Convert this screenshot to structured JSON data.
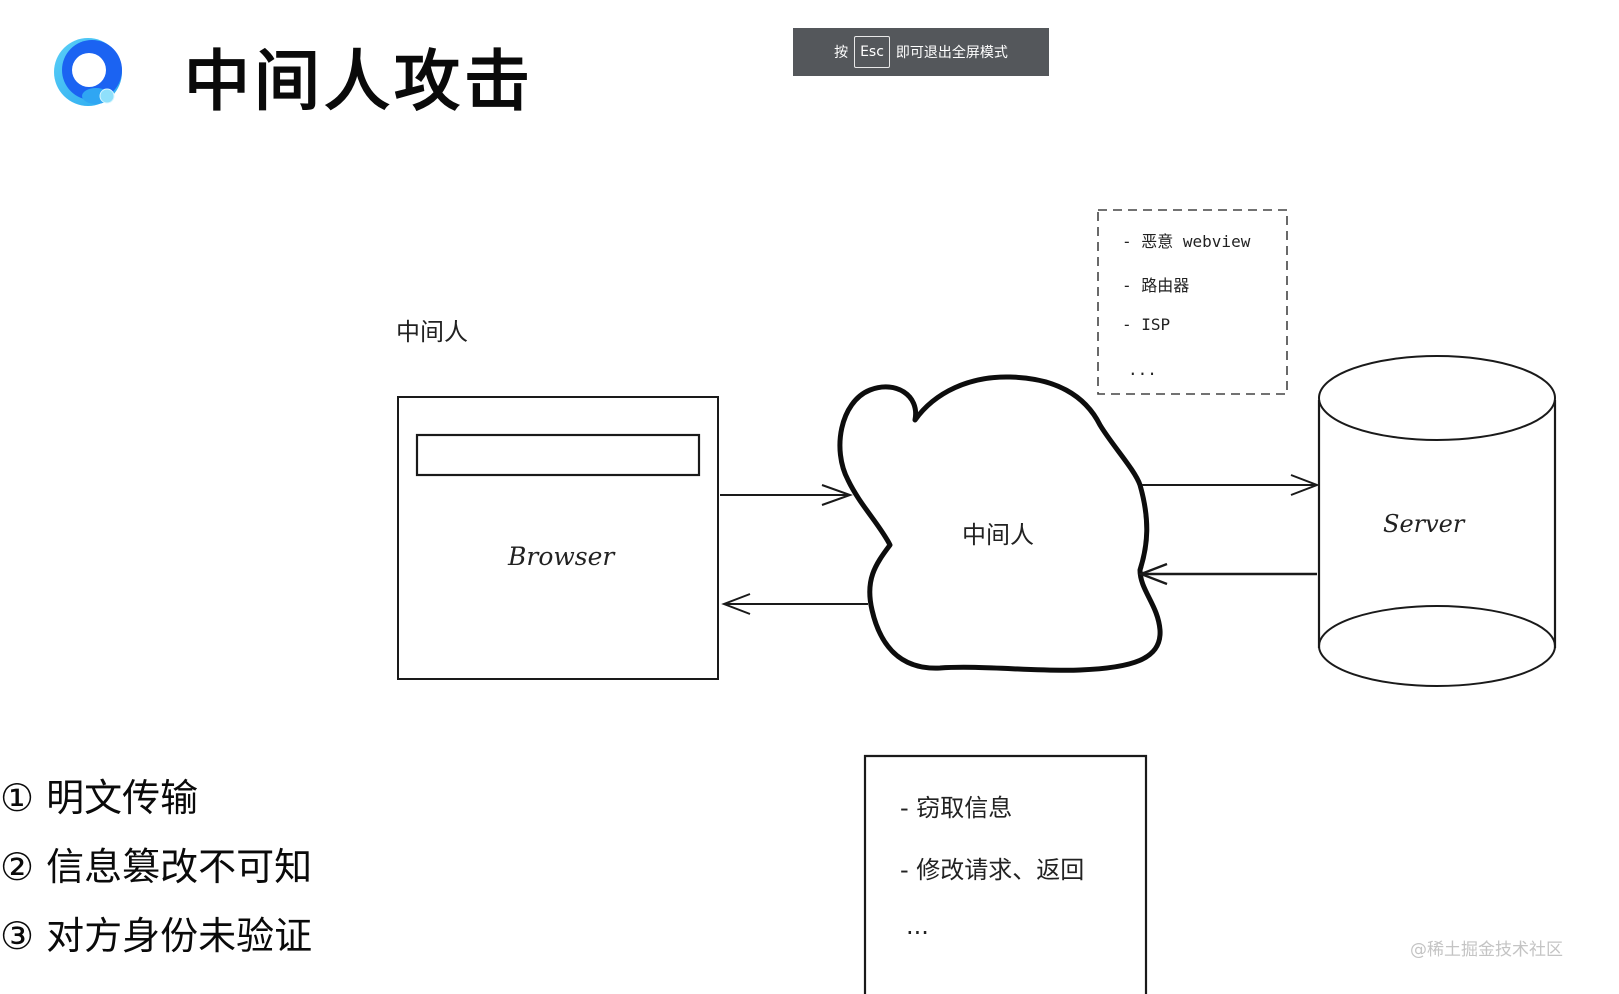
{
  "header": {
    "logo_icon": "qq-browser-logo-icon",
    "title": "中间人攻击"
  },
  "fullscreen_toast": {
    "prefix": "按",
    "key": "Esc",
    "suffix": "即可退出全屏模式"
  },
  "diagram": {
    "mitm_caption": "中间人",
    "browser_label": "Browser",
    "cloud_label": "中间人",
    "server_label": "Server",
    "attacker_sources": [
      "- 恶意 webview",
      "- 路由器",
      "- ISP",
      "..."
    ],
    "attacker_actions": [
      "- 窃取信息",
      "- 修改请求、返回",
      "..."
    ]
  },
  "points": [
    "① 明文传输",
    "② 信息篡改不可知",
    "③ 对方身份未验证"
  ],
  "watermark": "@稀土掘金技术社区",
  "colors": {
    "logo_blue": "#1b63f2",
    "logo_cyan": "#3fc1f5",
    "toast_bg": "#54575b"
  }
}
